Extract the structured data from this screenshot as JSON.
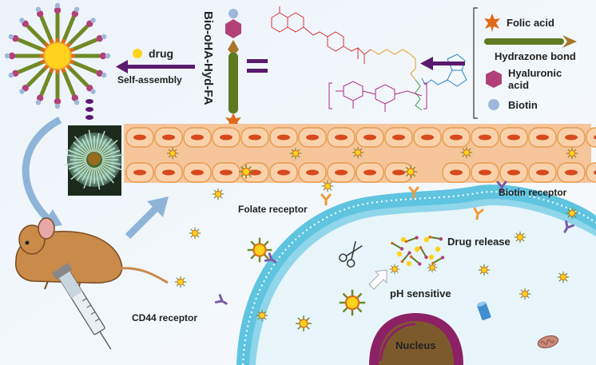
{
  "labels": {
    "drug": "drug",
    "self_assembly": "Self-assembly",
    "bio_ha_hyd_fa": "Bio-oHA-Hyd-FA",
    "folate_receptor": "Folate receptor",
    "biotin_receptor": "Biotin receptor",
    "cd44_receptor": "CD44 receptor",
    "drug_release": "Drug release",
    "ph_sensitive": "pH sensitive",
    "nucleus": "Nucleus"
  },
  "legend": {
    "folic_acid": "Folic acid",
    "hydrazone_bond": "Hydrazone bond",
    "hyaluronic_acid_line1": "Hyaluronic",
    "hyaluronic_acid_line2": "acid",
    "biotin": "Biotin"
  },
  "colors": {
    "folic_acid": "#e06a1a",
    "hydrazone_rod": "#5f7a22",
    "hydrazone_tip": "#a8772a",
    "hyaluronic_acid": "#b2417a",
    "biotin": "#9fb7d9",
    "drug": "#ffd21c",
    "arrow_purple": "#5a1a6e",
    "vessel": "#f7c59a",
    "vessel_cell_border": "#e79a4f",
    "vessel_nucleus": "#d8491e",
    "membrane": "#5fc4e0",
    "nucleus_fill": "#7d5a2c",
    "nucleus_ring": "#8c2166"
  },
  "icons": [
    "nanoparticle-icon",
    "sea-anemone-image",
    "mouse-icon",
    "syringe-icon",
    "scissors-icon",
    "mitochondrion-icon",
    "receptor-icon"
  ]
}
